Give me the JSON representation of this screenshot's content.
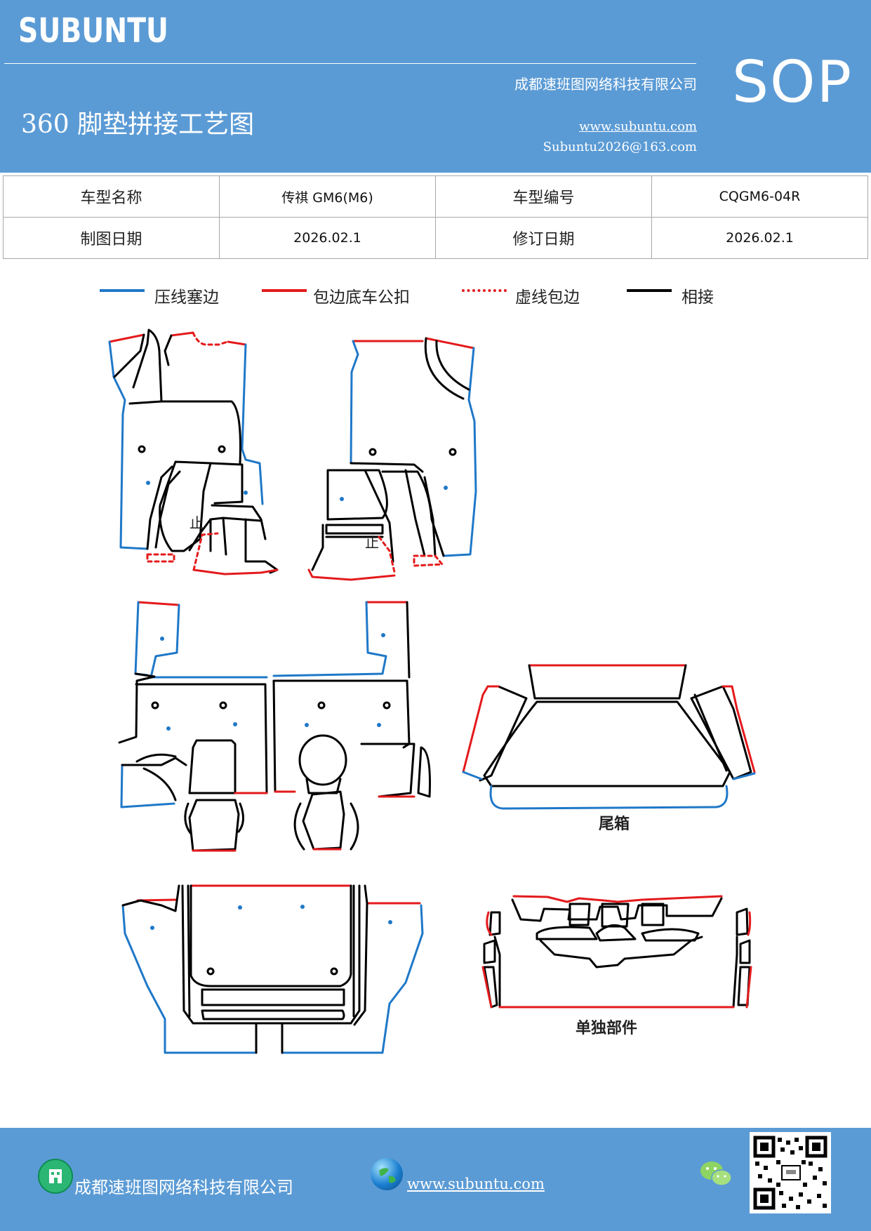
{
  "header": {
    "brand": "SUBUNTU",
    "badge": "SOP",
    "company": "成都速班图网络科技有限公司",
    "title": "360 脚垫拼接工艺图",
    "website": "www.subuntu.com",
    "email": "Subuntu2026@163.com"
  },
  "info_table": {
    "row1": {
      "label1": "车型名称",
      "value1": "传祺 GM6(M6)",
      "label2": "车型编号",
      "value2": "CQGM6-04R"
    },
    "row2": {
      "label1": "制图日期",
      "value1": "2026.02.1",
      "label2": "修订日期",
      "value2": "2026.02.1"
    }
  },
  "legend": [
    {
      "label": "压线塞边",
      "color": "#1f78c8",
      "style": "solid"
    },
    {
      "label": "包边底车公扣",
      "color": "#e41a1c",
      "style": "solid"
    },
    {
      "label": "虚线包边",
      "color": "#e41a1c",
      "style": "dashed"
    },
    {
      "label": "相接",
      "color": "#000000",
      "style": "solid"
    }
  ],
  "labels": {
    "trunk": "尾箱",
    "separate_parts": "单独部件",
    "stop_mark": "止"
  },
  "footer": {
    "company": "成都速班图网络科技有限公司",
    "website": "www.subuntu.com"
  },
  "icons": [
    "building-icon",
    "globe-icon",
    "wechat-icon",
    "qr-code"
  ],
  "colors": {
    "header_bg": "#5b9bd5",
    "blue_edge": "#1f78c8",
    "red_edge": "#e41a1c",
    "black_edge": "#000000"
  }
}
